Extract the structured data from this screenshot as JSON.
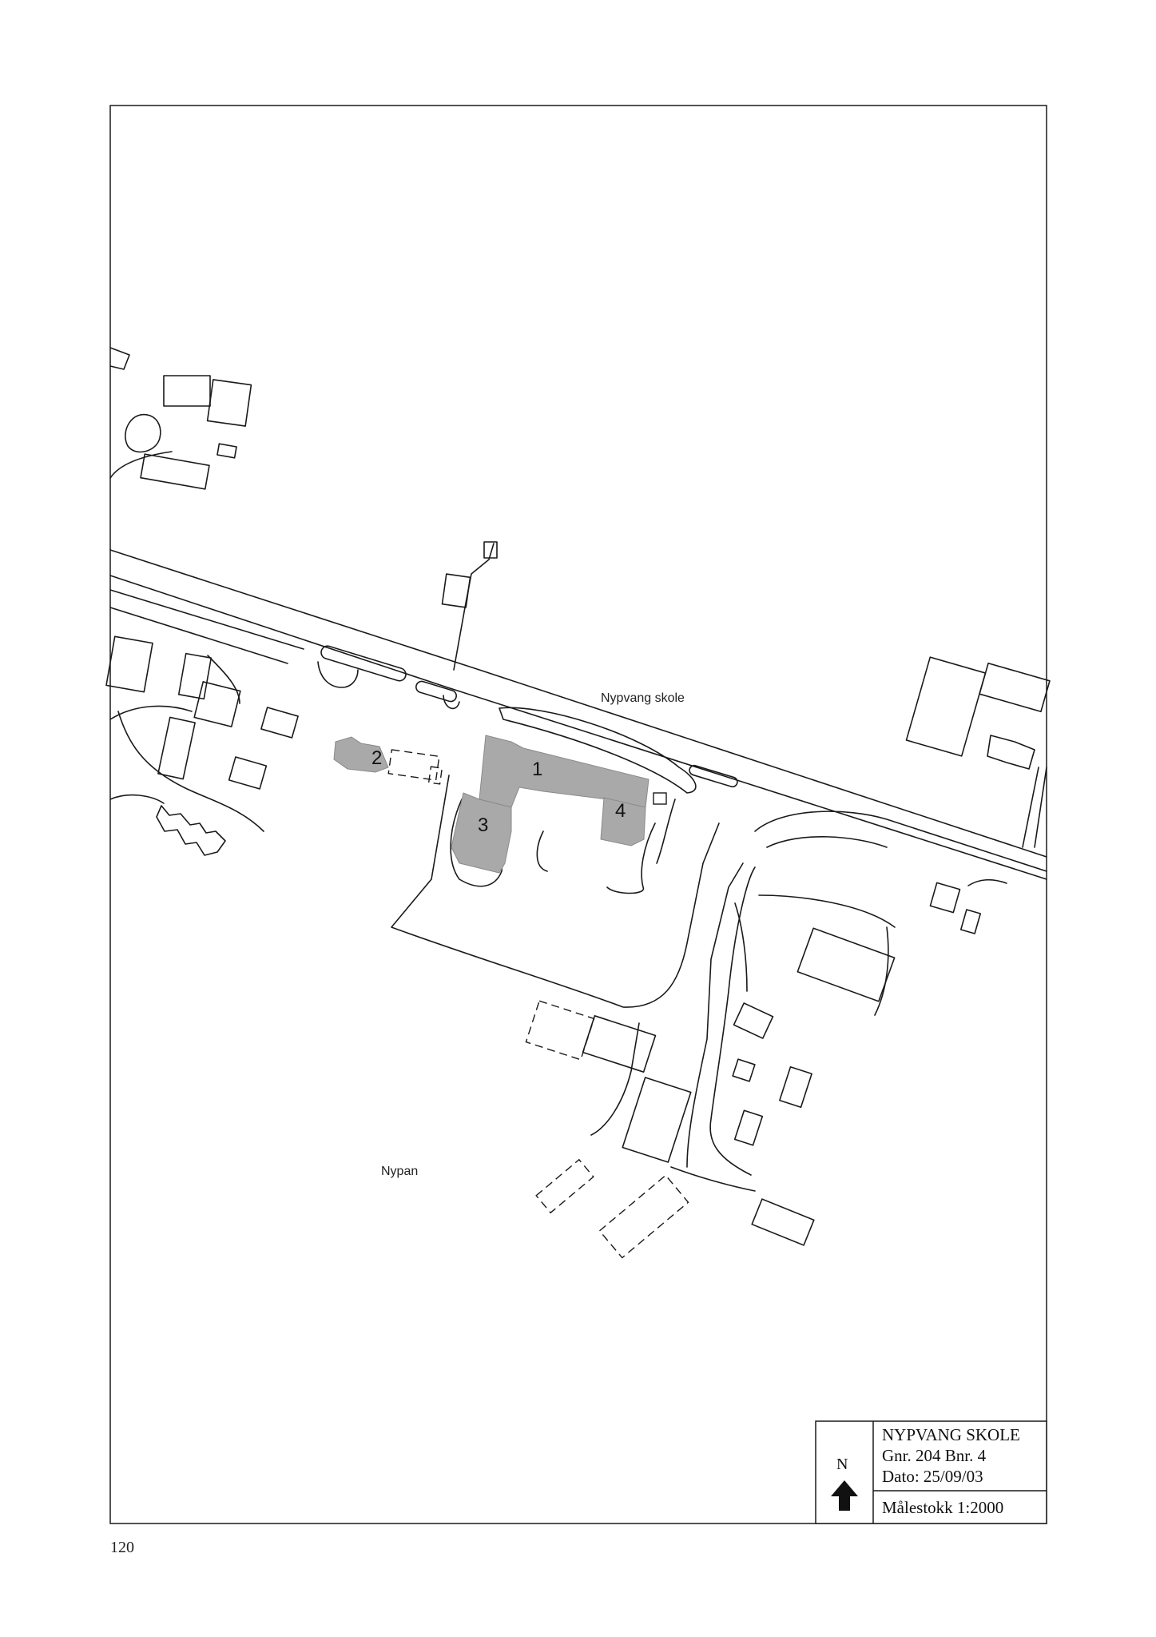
{
  "map": {
    "labels": {
      "school": "Nypvang skole",
      "area": "Nypan"
    },
    "building_numbers": [
      "1",
      "2",
      "3",
      "4"
    ]
  },
  "legend": {
    "north": "N",
    "title": "NYPVANG SKOLE",
    "property": "Gnr. 204 Bnr. 4",
    "date": "Dato: 25/09/03",
    "scale": "Målestokk 1:2000"
  },
  "page_number": "120",
  "colors": {
    "line": "#1a1a1a",
    "building_fill": "#a9a9a9",
    "background": "#ffffff"
  }
}
